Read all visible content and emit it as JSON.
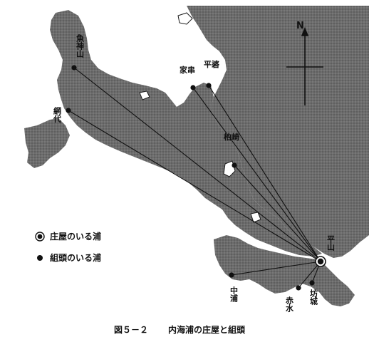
{
  "north_label": "N",
  "places": {
    "uogamiyama": "魚神山",
    "amishiro": "網代",
    "iegushi": "家串",
    "hiraki": "平碆",
    "kashiwazaki": "柏崎",
    "hirayama": "平山",
    "nakanoura": "中浦",
    "akamizu": "赤水",
    "bojo": "坊城"
  },
  "legend": {
    "shoya": "庄屋のいる浦",
    "kumigashira": "組頭のいる浦"
  },
  "caption": {
    "figure_number": "図５－２",
    "title": "内海浦の庄屋と組頭"
  },
  "colors": {
    "sea": "#5a5a5a",
    "land": "#ffffff",
    "coast": "#1a1a1a",
    "line": "#111111"
  }
}
